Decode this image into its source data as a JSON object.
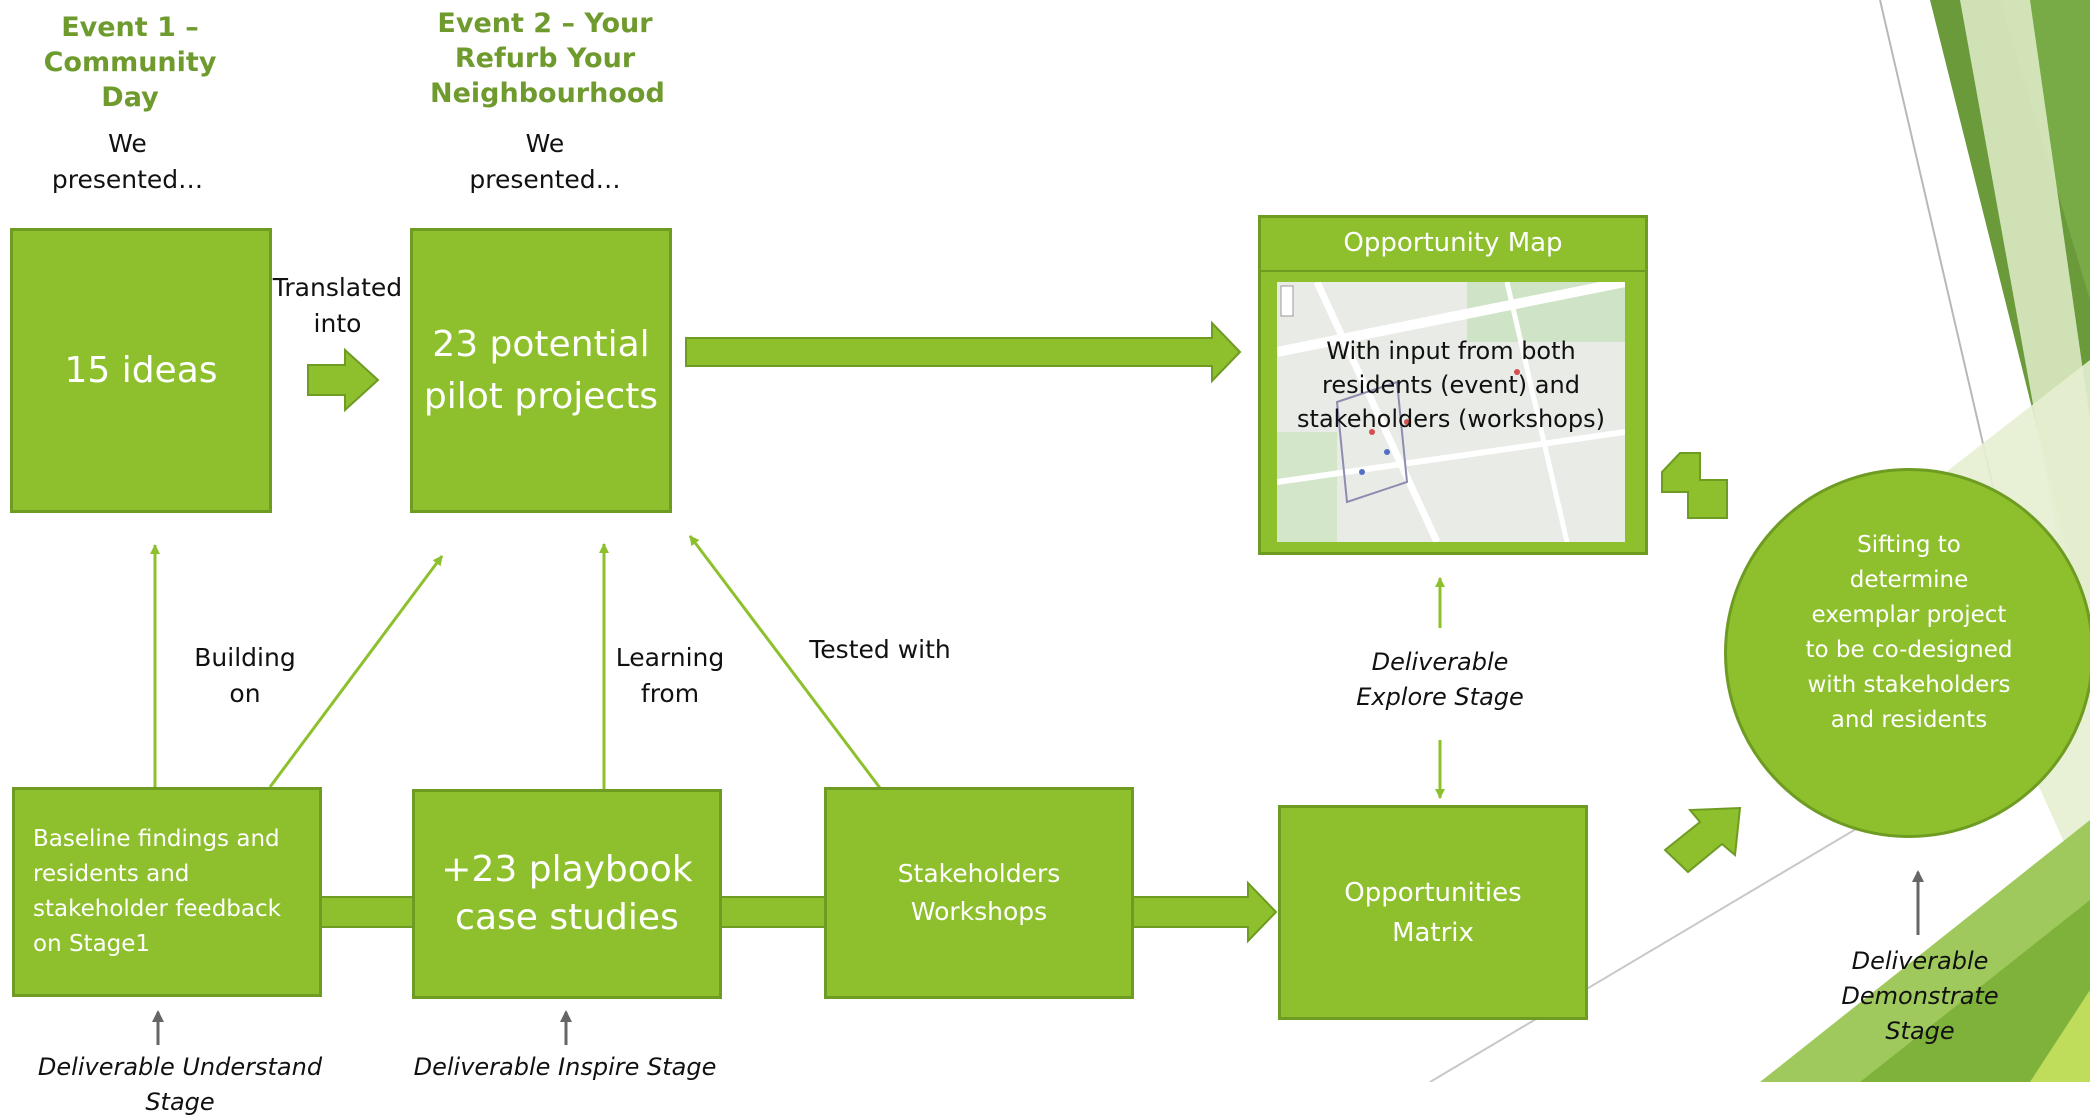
{
  "events": {
    "event1_title": "Event 1 – Community Day",
    "event1_sub": "We presented…",
    "event2_title": "Event 2 – Your Refurb Your Neighbourhood",
    "event2_sub": "We presented…"
  },
  "boxes": {
    "ideas": "15 ideas",
    "pilots": "23 potential pilot projects",
    "baseline": "Baseline findings and residents and stakeholder feedback on Stage1",
    "playbook": "+23 playbook case studies",
    "workshops": "Stakeholders Workshops",
    "matrix": "Opportunities Matrix",
    "opp_map_title": "Opportunity Map",
    "opp_map_text": "With input from both residents (event) and stakeholders (workshops)",
    "sifting": "Sifting to determine exemplar project to be co-designed with stakeholders and residents"
  },
  "labels": {
    "translated": "Translated into",
    "building": "Building on",
    "learning": "Learning from",
    "tested": "Tested with"
  },
  "deliverables": {
    "understand": "Deliverable Understand Stage",
    "inspire": "Deliverable Inspire Stage",
    "explore": "Deliverable Explore Stage",
    "demonstrate": "Deliverable Demonstrate Stage"
  },
  "colors": {
    "box_fill": "#8dc02c",
    "box_border": "#6e9b22",
    "header_text": "#6e9a2e",
    "arrow_gray": "#666666"
  }
}
